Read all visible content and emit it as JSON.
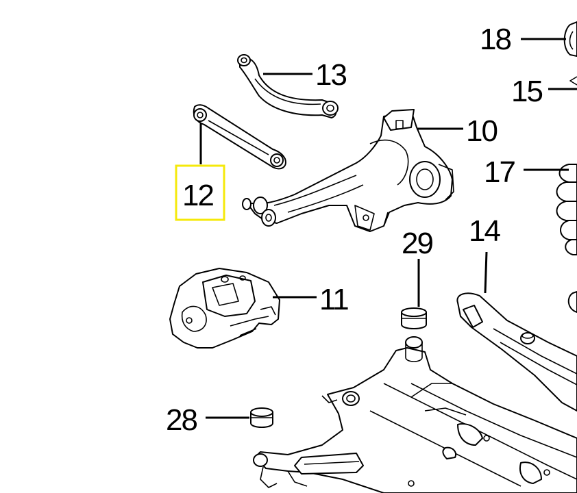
{
  "diagram": {
    "parts": [
      {
        "id": "p18",
        "label": "18"
      },
      {
        "id": "p13",
        "label": "13"
      },
      {
        "id": "p15",
        "label": "15"
      },
      {
        "id": "p10",
        "label": "10"
      },
      {
        "id": "p17",
        "label": "17"
      },
      {
        "id": "p12",
        "label": "12",
        "highlighted": true
      },
      {
        "id": "p14",
        "label": "14"
      },
      {
        "id": "p29",
        "label": "29"
      },
      {
        "id": "p11",
        "label": "11"
      },
      {
        "id": "p28",
        "label": "28"
      }
    ],
    "highlight_color": "#f5e90a"
  }
}
